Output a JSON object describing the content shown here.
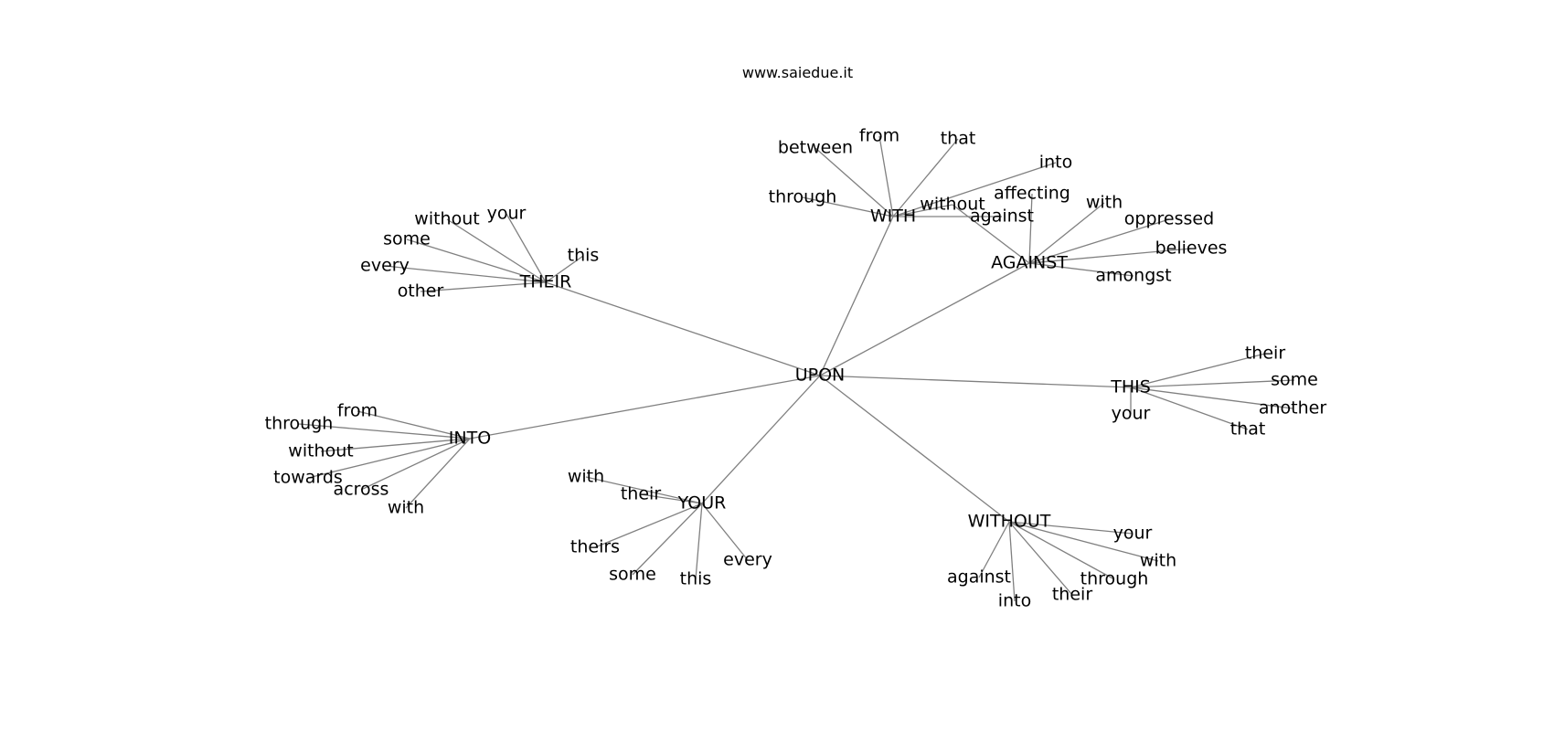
{
  "title": "www.saiedue.it",
  "graph": {
    "nodes": [
      {
        "id": "UPON",
        "label": "UPON"
      },
      {
        "id": "WITH",
        "label": "WITH"
      },
      {
        "id": "AGAINST",
        "label": "AGAINST"
      },
      {
        "id": "THEIR",
        "label": "THEIR"
      },
      {
        "id": "INTO",
        "label": "INTO"
      },
      {
        "id": "YOUR",
        "label": "YOUR"
      },
      {
        "id": "THIS",
        "label": "THIS"
      },
      {
        "id": "WITHOUT",
        "label": "WITHOUT"
      },
      {
        "id": "with_between",
        "label": "between"
      },
      {
        "id": "with_from",
        "label": "from"
      },
      {
        "id": "with_that",
        "label": "that"
      },
      {
        "id": "with_into",
        "label": "into"
      },
      {
        "id": "with_through",
        "label": "through"
      },
      {
        "id": "with_without",
        "label": "without"
      },
      {
        "id": "with_against",
        "label": "against"
      },
      {
        "id": "against_affecting",
        "label": "affecting"
      },
      {
        "id": "against_with",
        "label": "with"
      },
      {
        "id": "against_oppressed",
        "label": "oppressed"
      },
      {
        "id": "against_believes",
        "label": "believes"
      },
      {
        "id": "against_amongst",
        "label": "amongst"
      },
      {
        "id": "their_without",
        "label": "without"
      },
      {
        "id": "their_your",
        "label": "your"
      },
      {
        "id": "their_some",
        "label": "some"
      },
      {
        "id": "their_this",
        "label": "this"
      },
      {
        "id": "their_every",
        "label": "every"
      },
      {
        "id": "their_other",
        "label": "other"
      },
      {
        "id": "into_from",
        "label": "from"
      },
      {
        "id": "into_through",
        "label": "through"
      },
      {
        "id": "into_without",
        "label": "without"
      },
      {
        "id": "into_towards",
        "label": "towards"
      },
      {
        "id": "into_across",
        "label": "across"
      },
      {
        "id": "into_with",
        "label": "with"
      },
      {
        "id": "your_with",
        "label": "with"
      },
      {
        "id": "your_their",
        "label": "their"
      },
      {
        "id": "your_theirs",
        "label": "theirs"
      },
      {
        "id": "your_some",
        "label": "some"
      },
      {
        "id": "your_this",
        "label": "this"
      },
      {
        "id": "your_every",
        "label": "every"
      },
      {
        "id": "this_their",
        "label": "their"
      },
      {
        "id": "this_some",
        "label": "some"
      },
      {
        "id": "this_another",
        "label": "another"
      },
      {
        "id": "this_your",
        "label": "your"
      },
      {
        "id": "this_that",
        "label": "that"
      },
      {
        "id": "without_your",
        "label": "your"
      },
      {
        "id": "without_with",
        "label": "with"
      },
      {
        "id": "without_through",
        "label": "through"
      },
      {
        "id": "without_their",
        "label": "their"
      },
      {
        "id": "without_into",
        "label": "into"
      },
      {
        "id": "without_against",
        "label": "against"
      }
    ],
    "edges": [
      [
        "UPON",
        "WITH"
      ],
      [
        "UPON",
        "AGAINST"
      ],
      [
        "UPON",
        "THEIR"
      ],
      [
        "UPON",
        "INTO"
      ],
      [
        "UPON",
        "YOUR"
      ],
      [
        "UPON",
        "THIS"
      ],
      [
        "UPON",
        "WITHOUT"
      ],
      [
        "WITH",
        "with_between"
      ],
      [
        "WITH",
        "with_from"
      ],
      [
        "WITH",
        "with_that"
      ],
      [
        "WITH",
        "with_into"
      ],
      [
        "WITH",
        "with_through"
      ],
      [
        "WITH",
        "with_without"
      ],
      [
        "WITH",
        "with_against"
      ],
      [
        "AGAINST",
        "with_without"
      ],
      [
        "AGAINST",
        "against_affecting"
      ],
      [
        "AGAINST",
        "against_with"
      ],
      [
        "AGAINST",
        "against_oppressed"
      ],
      [
        "AGAINST",
        "against_believes"
      ],
      [
        "AGAINST",
        "against_amongst"
      ],
      [
        "THEIR",
        "their_without"
      ],
      [
        "THEIR",
        "their_your"
      ],
      [
        "THEIR",
        "their_some"
      ],
      [
        "THEIR",
        "their_this"
      ],
      [
        "THEIR",
        "their_every"
      ],
      [
        "THEIR",
        "their_other"
      ],
      [
        "INTO",
        "into_from"
      ],
      [
        "INTO",
        "into_through"
      ],
      [
        "INTO",
        "into_without"
      ],
      [
        "INTO",
        "into_towards"
      ],
      [
        "INTO",
        "into_across"
      ],
      [
        "INTO",
        "into_with"
      ],
      [
        "YOUR",
        "your_with"
      ],
      [
        "YOUR",
        "your_their"
      ],
      [
        "YOUR",
        "your_theirs"
      ],
      [
        "YOUR",
        "your_some"
      ],
      [
        "YOUR",
        "your_this"
      ],
      [
        "YOUR",
        "your_every"
      ],
      [
        "THIS",
        "this_their"
      ],
      [
        "THIS",
        "this_some"
      ],
      [
        "THIS",
        "this_another"
      ],
      [
        "THIS",
        "this_your"
      ],
      [
        "THIS",
        "this_that"
      ],
      [
        "WITHOUT",
        "without_your"
      ],
      [
        "WITHOUT",
        "without_with"
      ],
      [
        "WITHOUT",
        "without_through"
      ],
      [
        "WITHOUT",
        "without_their"
      ],
      [
        "WITHOUT",
        "without_into"
      ],
      [
        "WITHOUT",
        "without_against"
      ]
    ]
  },
  "colors": {
    "edge": "#808080",
    "text": "#000000",
    "background": "#ffffff"
  }
}
